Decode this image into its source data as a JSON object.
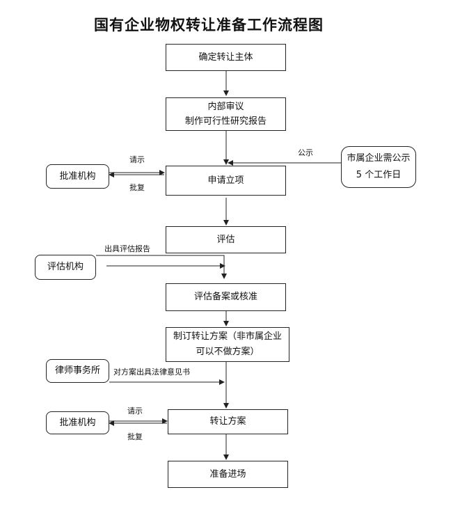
{
  "title": "国有企业物权转让准备工作流程图",
  "steps": {
    "confirm_subject": "确定转让主体",
    "internal_review": [
      "内部审议",
      "制作可行性研究报告"
    ],
    "apply_project": "申请立项",
    "evaluation": "评估",
    "filing": "评估备案或核准",
    "transfer_plan_draft": [
      "制订转让方案（非市属企业",
      "可以不做方案）"
    ],
    "transfer_plan": "转让方案",
    "ready": "准备进场"
  },
  "external_nodes": {
    "approval_org_1": "批准机构",
    "municipal_notice": [
      "市属企业需公示",
      "5 个工作日"
    ],
    "evaluation_org": "评估机构",
    "law_firm": "律师事务所",
    "approval_org_2": "批准机构"
  },
  "edge_labels": {
    "request_1": "请示",
    "reply_1": "批复",
    "publicity": "公示",
    "issue_report": "出具评估报告",
    "legal_opinion": "对方案出具法律意见书",
    "request_2": "请示",
    "reply_2": "批复"
  },
  "colors": {
    "line": "#222222",
    "text": "#111111",
    "background": "#ffffff"
  }
}
